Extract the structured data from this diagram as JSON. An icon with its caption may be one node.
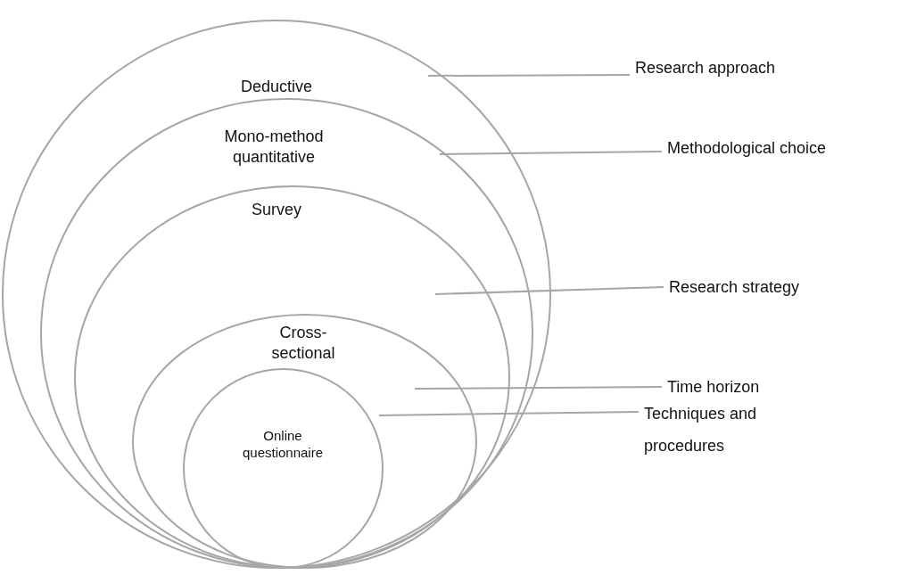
{
  "diagram": {
    "nodes": [
      {
        "text": [
          "Deductive"
        ]
      },
      {
        "text": [
          "Mono-method quantitative"
        ],
        "in": 0
      },
      {
        "text": [
          "Survey"
        ],
        "in": 1
      },
      {
        "text": [
          "Cross-sectional"
        ],
        "in": 2
      },
      {
        "text": [
          "Online questionnaire"
        ],
        "in": 3
      },
      {
        "text": [
          "Research approach"
        ]
      },
      {
        "text": [
          "Methodological choice"
        ]
      },
      {
        "text": [
          "Research strategy"
        ]
      },
      {
        "text": [
          "Time horizon"
        ]
      },
      {
        "text": [
          "Techniques and procedures"
        ]
      }
    ],
    "edges": [
      {
        "from": 5,
        "to": 0,
        "arrow": "none"
      },
      {
        "from": 6,
        "to": 1,
        "arrow": "none"
      },
      {
        "from": 7,
        "to": 2,
        "arrow": "none"
      },
      {
        "from": 8,
        "to": 3,
        "arrow": "none"
      },
      {
        "from": 9,
        "to": 4,
        "arrow": "none"
      }
    ]
  }
}
